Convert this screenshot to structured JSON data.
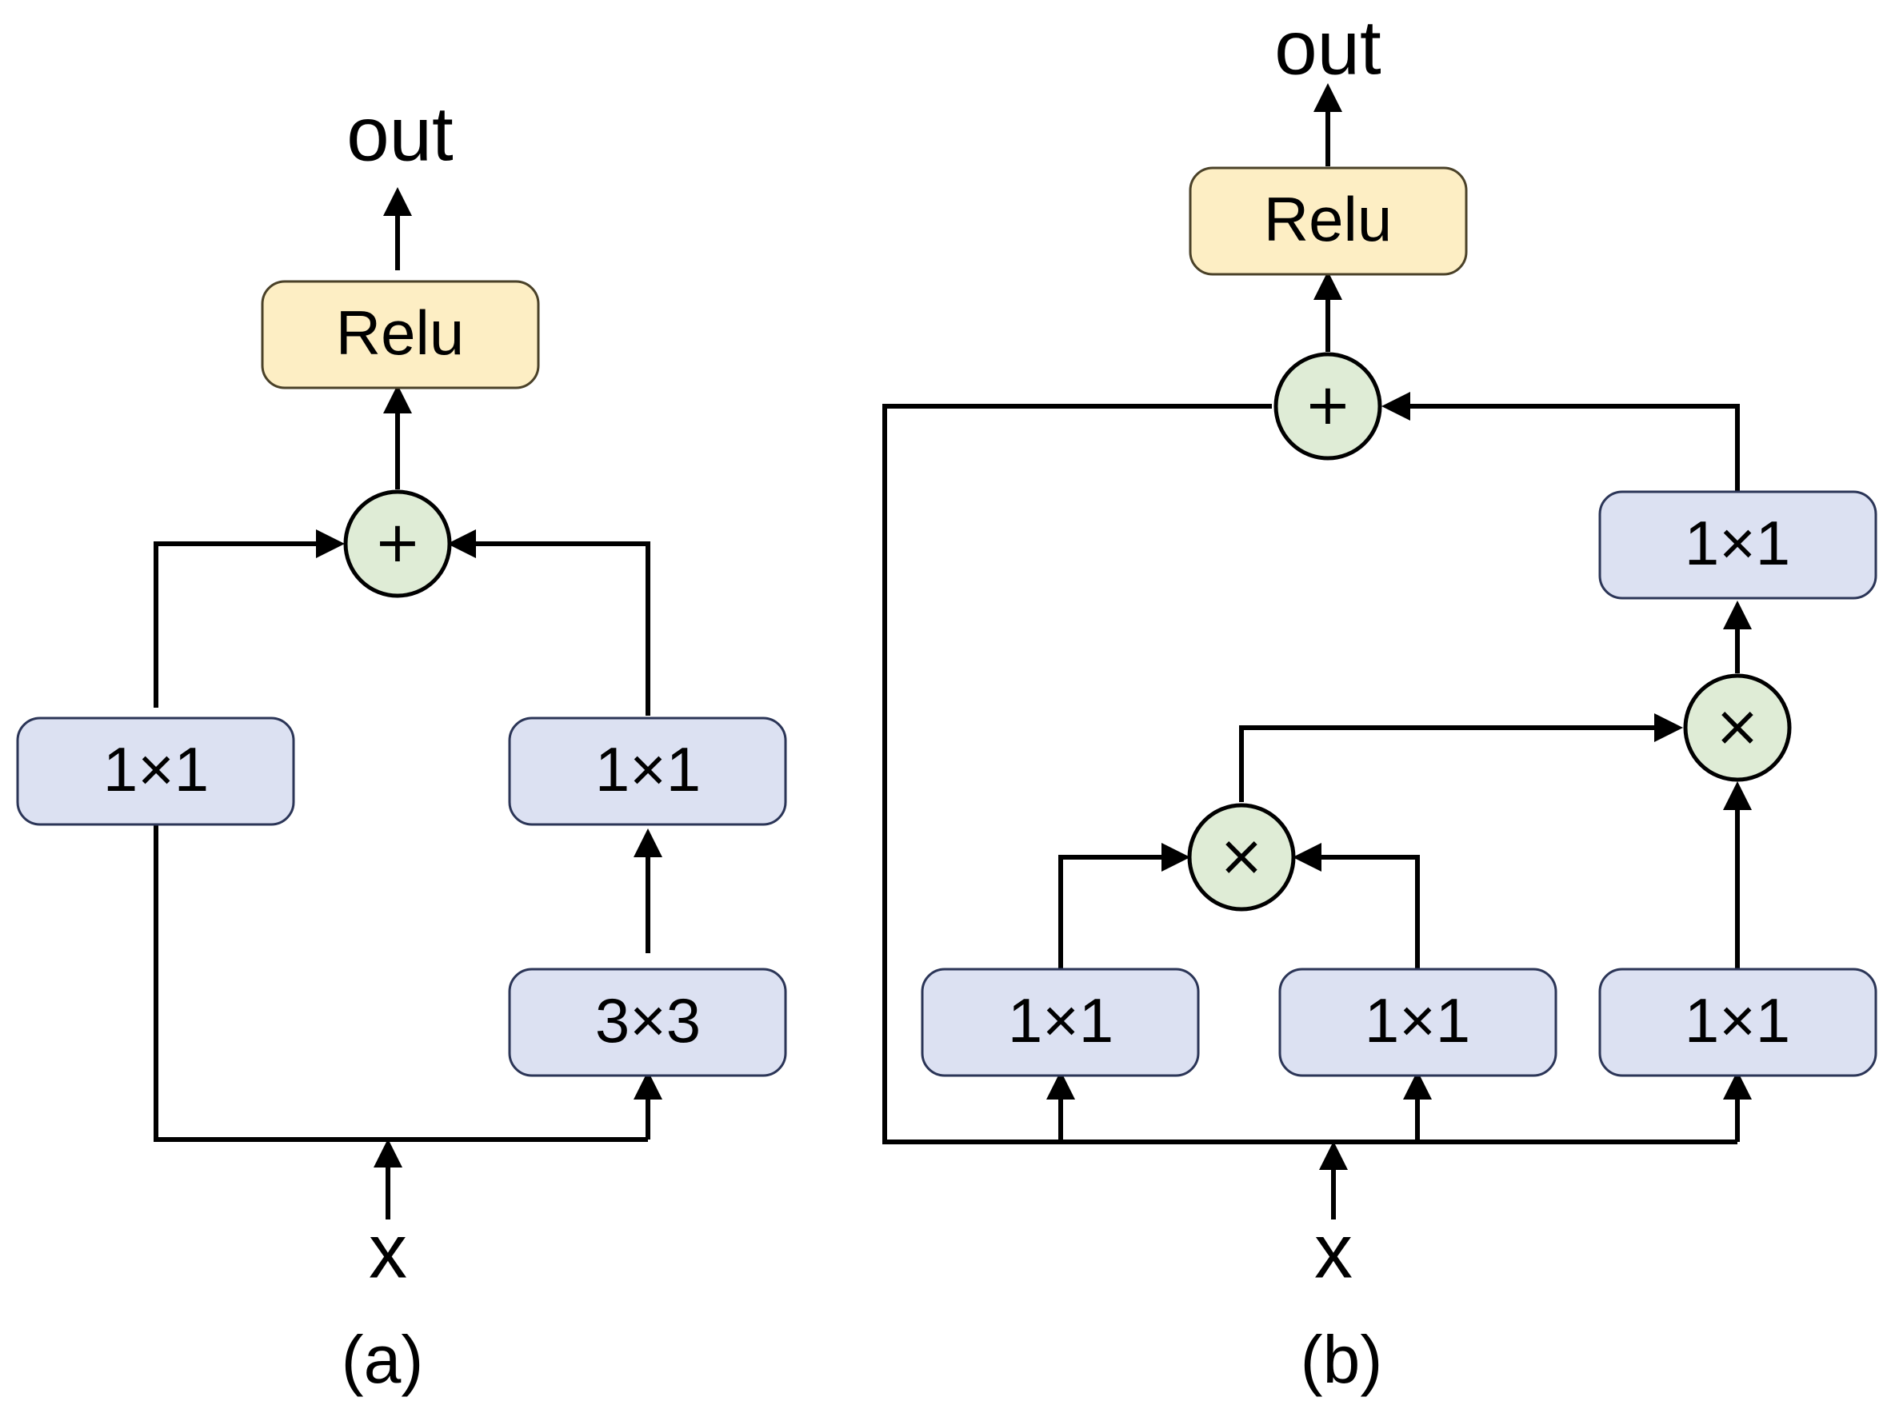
{
  "panel_a": {
    "caption": "(a)",
    "input_label": "x",
    "output_label": "out",
    "relu_label": "Relu",
    "add_symbol": "+",
    "left_conv": "1×1",
    "right_conv_top": "1×1",
    "right_conv_bottom": "3×3"
  },
  "panel_b": {
    "caption": "(b)",
    "input_label": "x",
    "output_label": "out",
    "relu_label": "Relu",
    "add_symbol": "+",
    "mult_symbol": "×",
    "conv_bottom_left": "1×1",
    "conv_bottom_middle": "1×1",
    "conv_bottom_right": "1×1",
    "conv_right_top": "1×1"
  },
  "colors": {
    "conv_fill": "#dce1f2",
    "relu_fill": "#fdeec4",
    "op_fill": "#dfecd6",
    "line": "#000000"
  }
}
